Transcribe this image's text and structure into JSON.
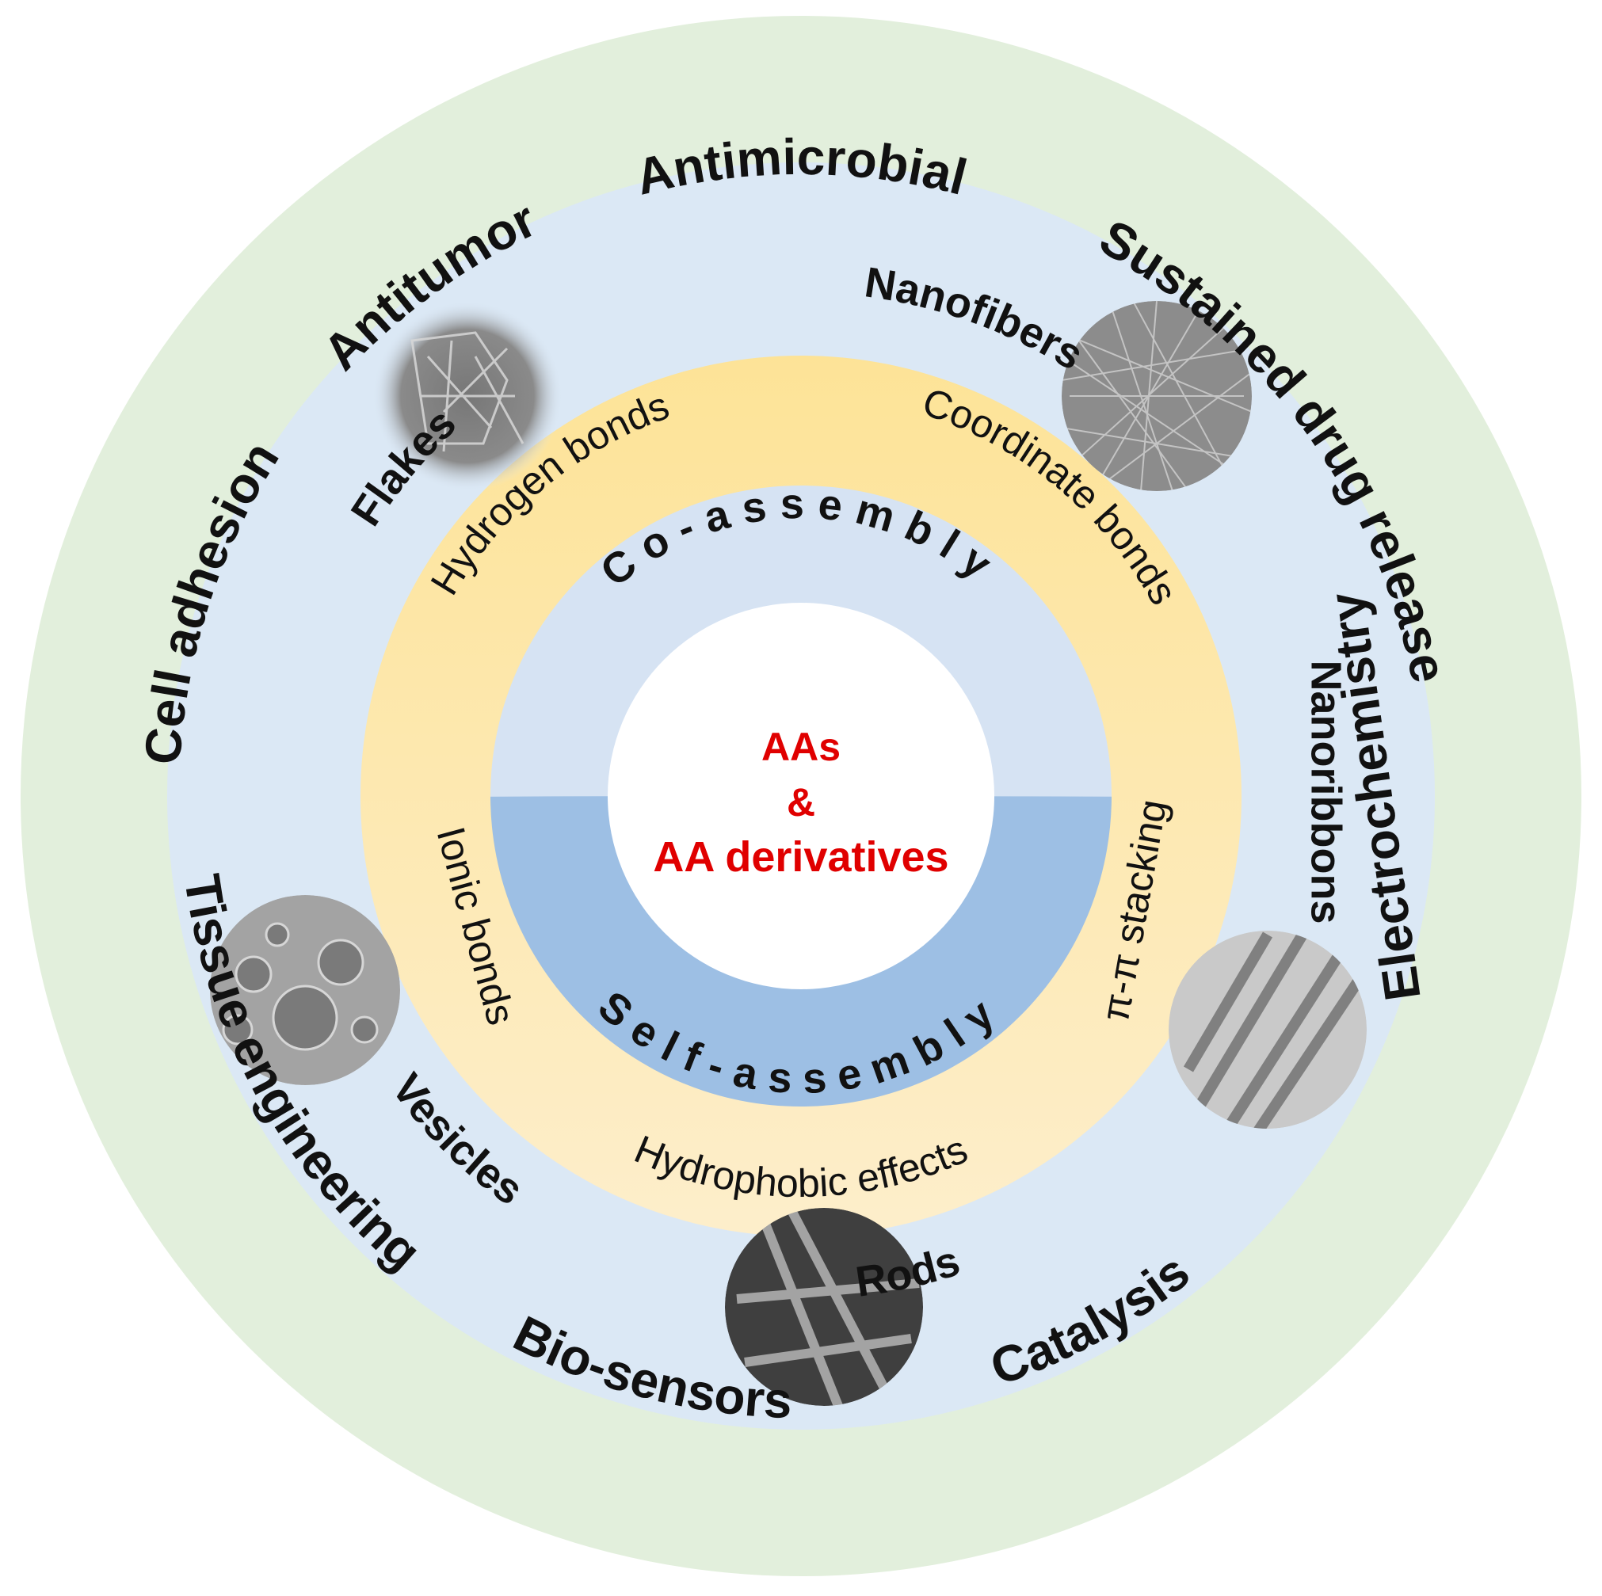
{
  "center": {
    "line1": "AAs",
    "line2": "&",
    "line3": "AA derivatives",
    "color": "#e00000"
  },
  "assembly": {
    "co": "Co-assembly",
    "self": "Self-assembly"
  },
  "forces": {
    "hydrogen": "Hydrogen bonds",
    "coordinate": "Coordinate bonds",
    "ionic": "Ionic bonds",
    "pi": "π-π stacking",
    "hydrophobic": "Hydrophobic effects"
  },
  "morphologies": {
    "nanofibers": "Nanofibers",
    "flakes": "Flakes",
    "nanoribbons": "Nanoribbons",
    "vesicles": "Vesicles",
    "rods": "Rods"
  },
  "applications": {
    "antimicrobial": "Antimicrobial",
    "sustained": "Sustained drug release",
    "antitumor": "Antitumor",
    "cell_adhesion": "Cell adhesion",
    "electrochemistry": "Electrochemistry",
    "tissue": "Tissue engineering",
    "biosensors": "Bio-sensors",
    "catalysis": "Catalysis"
  },
  "colors": {
    "outer_ring": "#e2efdc",
    "morph_ring": "#dbe8f5",
    "force_ring_top": "#fde397",
    "force_ring_bottom": "#fdeecb",
    "co_ring": "#d6e3f3",
    "self_ring": "#9dbfe4",
    "center": "#ffffff"
  }
}
